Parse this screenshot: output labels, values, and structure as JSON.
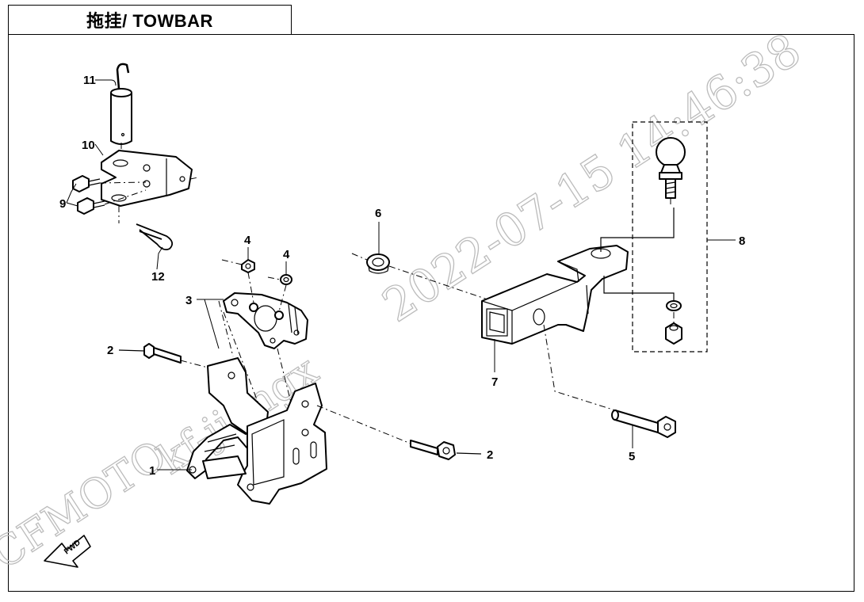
{
  "title": "拖挂/ TOWBAR",
  "watermark": {
    "timestamp": "2022-07-15 14:46:38",
    "user": "kf-jiangx",
    "brand": "CFMOTO"
  },
  "fwd_label": "FWD",
  "callouts": {
    "c1": "1",
    "c2a": "2",
    "c2b": "2",
    "c3": "3",
    "c4a": "4",
    "c4b": "4",
    "c5": "5",
    "c6": "6",
    "c7": "7",
    "c8": "8",
    "c9": "9",
    "c10": "10",
    "c11": "11",
    "c12": "12"
  }
}
